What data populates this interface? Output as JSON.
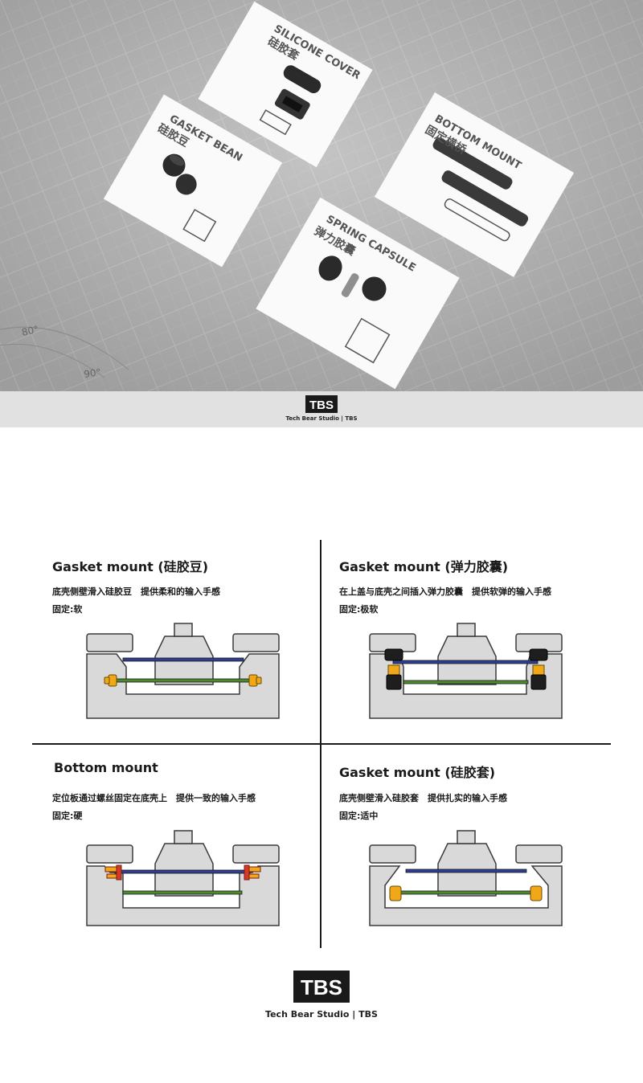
{
  "photo": {
    "cards": [
      {
        "title_en": "SILICONE COVER",
        "title_cn": "硅胶套"
      },
      {
        "title_en": "GASKET BEAN",
        "title_cn": "硅胶豆"
      },
      {
        "title_en": "BOTTOM MOUNT",
        "title_cn": "固定横桥"
      },
      {
        "title_en": "SPRING CAPSULE",
        "title_cn": "弹力胶囊"
      }
    ],
    "mat_labels": [
      "80°",
      "90°"
    ]
  },
  "brand": {
    "logo_text": "TBS",
    "caption": "Tech Bear Studio | TBS"
  },
  "panels": [
    {
      "title": "Gasket mount (硅胶豆)",
      "desc": "底壳侧壁滑入硅胶豆　提供柔和的输入手感",
      "fix": "固定:软"
    },
    {
      "title": "Gasket mount (弹力胶囊)",
      "desc": "在上盖与底壳之间插入弹力胶囊　提供软弹的输入手感",
      "fix": "固定:极软"
    },
    {
      "title": "Bottom mount",
      "desc": "定位板通过螺丝固定在底壳上　提供一致的输入手感",
      "fix": "固定:硬"
    },
    {
      "title": "Gasket mount (硅胶套)",
      "desc": "底壳侧壁滑入硅胶套　提供扎实的输入手感",
      "fix": "固定:适中"
    }
  ],
  "colors": {
    "case_fill": "#d9d9d9",
    "case_stroke": "#3a3a3a",
    "plate": "#2e3f8f",
    "pcb": "#4c8a2e",
    "gasket_orange": "#f0a818",
    "screw_red": "#d43a2a",
    "capsule_black": "#1e1e1e"
  }
}
